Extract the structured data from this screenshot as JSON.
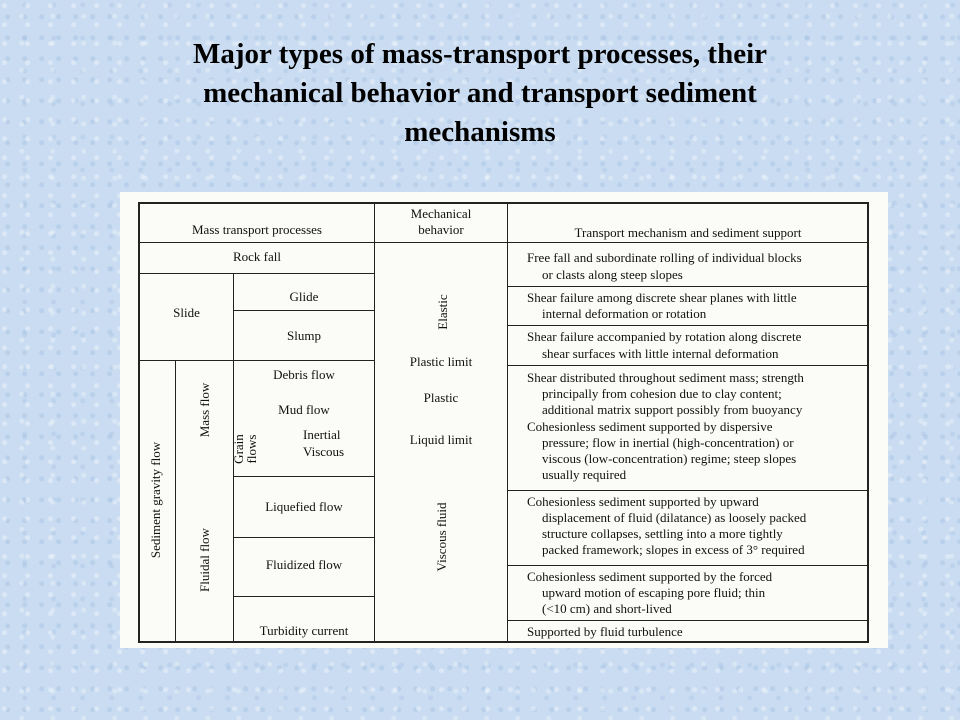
{
  "title_lines": [
    "Major types of mass-transport processes, their",
    "mechanical behavior and transport sediment",
    "mechanisms"
  ],
  "headers": {
    "processes": "Mass transport processes",
    "behavior_1": "Mechanical",
    "behavior_2": "behavior",
    "mechanism": "Transport mechanism and sediment support"
  },
  "processes": {
    "rock_fall": "Rock fall",
    "slide": "Slide",
    "glide": "Glide",
    "slump": "Slump",
    "sediment_gravity_flow": "Sediment gravity flow",
    "mass_flow": "Mass flow",
    "fluidal_flow": "Fluidal flow",
    "debris_flow": "Debris flow",
    "mud_flow": "Mud flow",
    "grain_flows_1": "Grain",
    "grain_flows_2": "flows",
    "inertial": "Inertial",
    "viscous": "Viscous",
    "liquefied_flow": "Liquefied flow",
    "fluidized_flow": "Fluidized flow",
    "turbidity_current": "Turbidity current"
  },
  "behavior": {
    "elastic": "Elastic",
    "plastic_limit": "Plastic limit",
    "plastic": "Plastic",
    "liquid_limit": "Liquid limit",
    "viscous_fluid": "Viscous fluid"
  },
  "mechanisms": {
    "rock_fall": [
      "Free fall and subordinate rolling of individual blocks",
      "or clasts along steep slopes"
    ],
    "glide": [
      "Shear failure among discrete shear planes with little",
      "internal deformation or rotation"
    ],
    "slump": [
      "Shear failure accompanied by rotation along discrete",
      "shear surfaces with little internal deformation"
    ],
    "debris_mud": [
      "Shear distributed throughout sediment mass; strength",
      "principally from cohesion due to clay content;",
      "additional matrix support possibly from buoyancy"
    ],
    "grain": [
      "Cohesionless sediment supported by dispersive",
      "pressure; flow in inertial (high-concentration) or",
      "viscous (low-concentration) regime; steep slopes",
      "usually required"
    ],
    "liquefied": [
      "Cohesionless sediment supported by upward",
      "displacement of fluid (dilatance) as loosely packed",
      "structure collapses, settling into a more tightly",
      "packed framework; slopes in excess of 3° required"
    ],
    "fluidized": [
      "Cohesionless sediment supported by the forced",
      "upward motion of escaping pore fluid; thin",
      "(<10 cm) and short-lived"
    ],
    "turbidity": [
      "Supported by fluid turbulence"
    ]
  }
}
